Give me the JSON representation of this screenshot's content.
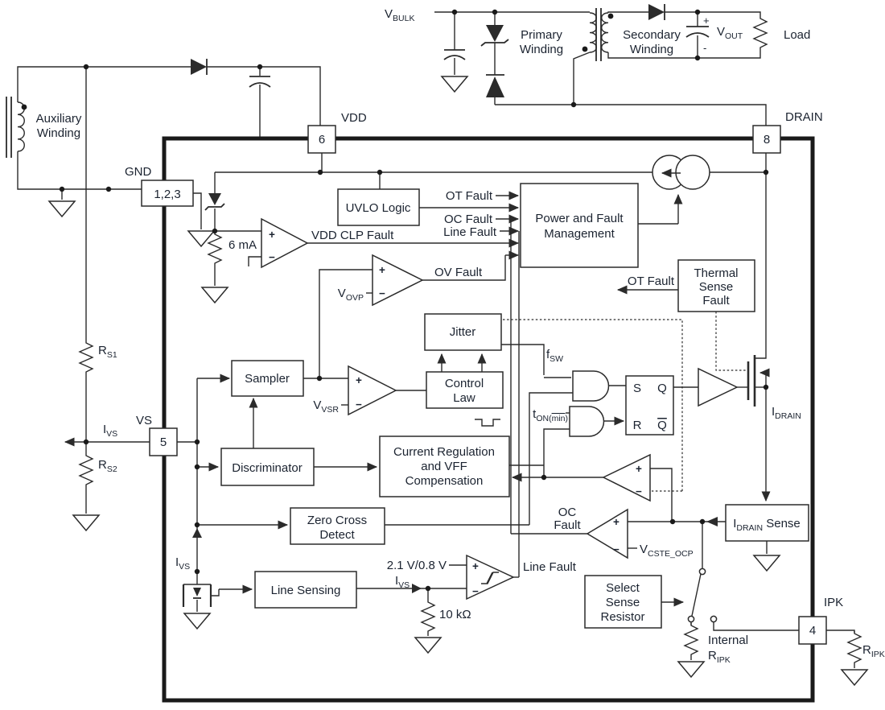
{
  "colors": {
    "line": "#2b2b2b",
    "text": "#1b2330",
    "background": "#ffffff",
    "ic_border": "#1a1a1a"
  },
  "labels": {
    "vbulk": {
      "m": "V",
      "s": "BULK"
    },
    "primary": {
      "l1": "Primary",
      "l2": "Winding"
    },
    "secondary": {
      "l1": "Secondary",
      "l2": "Winding"
    },
    "vout": {
      "m": "V",
      "s": "OUT"
    },
    "cap_plus": "+",
    "cap_minus": "-",
    "load": "Load",
    "aux": {
      "l1": "Auxiliary",
      "l2": "Winding"
    },
    "gnd": "GND",
    "vdd": "VDD",
    "drain": "DRAIN",
    "vs": "VS",
    "ipk": "IPK",
    "pin_gnd": "1,2,3",
    "pin_vdd": "6",
    "pin_drain": "8",
    "pin_vs": "5",
    "pin_ipk": "4",
    "rs1": {
      "m": "R",
      "s": "S1"
    },
    "rs2": {
      "m": "R",
      "s": "S2"
    },
    "ivs": {
      "m": "I",
      "s": "VS"
    },
    "ma6": "6 mA",
    "uvlo": "UVLO Logic",
    "ot_fault": "OT Fault",
    "oc_fault": "OC Fault",
    "line_fault": "Line Fault",
    "vdd_clp_fault": "VDD CLP Fault",
    "ov_fault": "OV Fault",
    "pfm": {
      "l1": "Power and Fault",
      "l2": "Management"
    },
    "thermal": {
      "l1": "Thermal",
      "l2": "Sense",
      "l3": "Fault"
    },
    "ot_fault2": "OT Fault",
    "vovp": {
      "m": "V",
      "s": "OVP"
    },
    "jitter": "Jitter",
    "control": {
      "l1": "Control",
      "l2": "Law"
    },
    "fsw": {
      "m": "f",
      "s": "SW"
    },
    "sampler": "Sampler",
    "vvsr": {
      "m": "V",
      "s": "VSR"
    },
    "ton": {
      "m": "t",
      "s1": "ON(",
      "s2": "min",
      "s3": ")"
    },
    "ff": {
      "s": "S",
      "q": "Q",
      "r": "R",
      "qb": "Q"
    },
    "discriminator": "Discriminator",
    "curreg": {
      "l1": "Current Regulation",
      "l2": "and VFF",
      "l3": "Compensation"
    },
    "zcd": {
      "l1": "Zero Cross",
      "l2": "Detect"
    },
    "oc2": {
      "l1": "OC",
      "l2": "Fault"
    },
    "vcste": {
      "m": "V",
      "s": "CSTE_OCP"
    },
    "idrain": {
      "m": "I",
      "s": "DRAIN"
    },
    "idrain_sense": {
      "m": "I",
      "s": "DRAIN",
      "rest": " Sense"
    },
    "line_sensing": "Line Sensing",
    "thresh": "2.1 V/0.8 V",
    "line_fault2": "Line Fault",
    "r10k": "10 kΩ",
    "select": {
      "l1": "Select",
      "l2": "Sense",
      "l3": "Resistor"
    },
    "internal_ripk": {
      "l1": "Internal",
      "m": "R",
      "s": "IPK"
    },
    "ripk": {
      "m": "R",
      "s": "IPK"
    },
    "plus": "+",
    "minus": "−"
  }
}
